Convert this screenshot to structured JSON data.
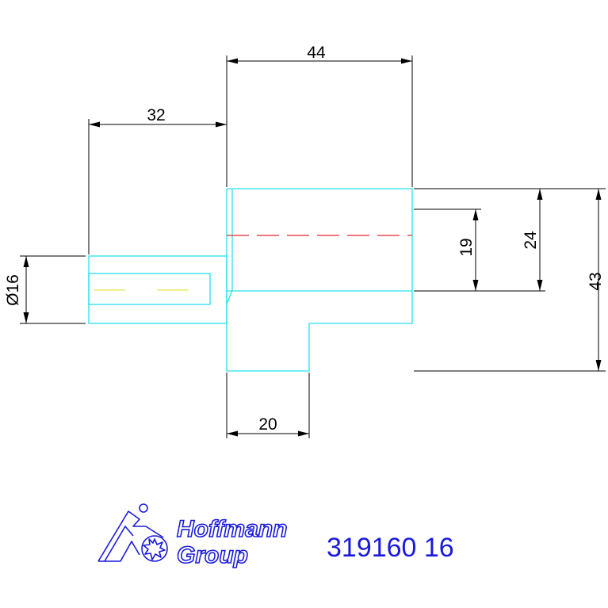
{
  "drawing": {
    "dimensions": {
      "overall_length": "44",
      "shank_length": "32",
      "shank_diameter": "Ø16",
      "bore": "19",
      "inner_height": "24",
      "overall_height": "43",
      "step_width": "20"
    }
  },
  "footer": {
    "brand_line1": "Hoffmann",
    "brand_line2": "Group",
    "part_number": "319160 16"
  },
  "colors": {
    "outline": "#28e0ee",
    "dimension": "#000000",
    "centerline_red": "#e8262a",
    "centerline_yellow": "#e8e84a",
    "brand": "#1a1adc"
  }
}
